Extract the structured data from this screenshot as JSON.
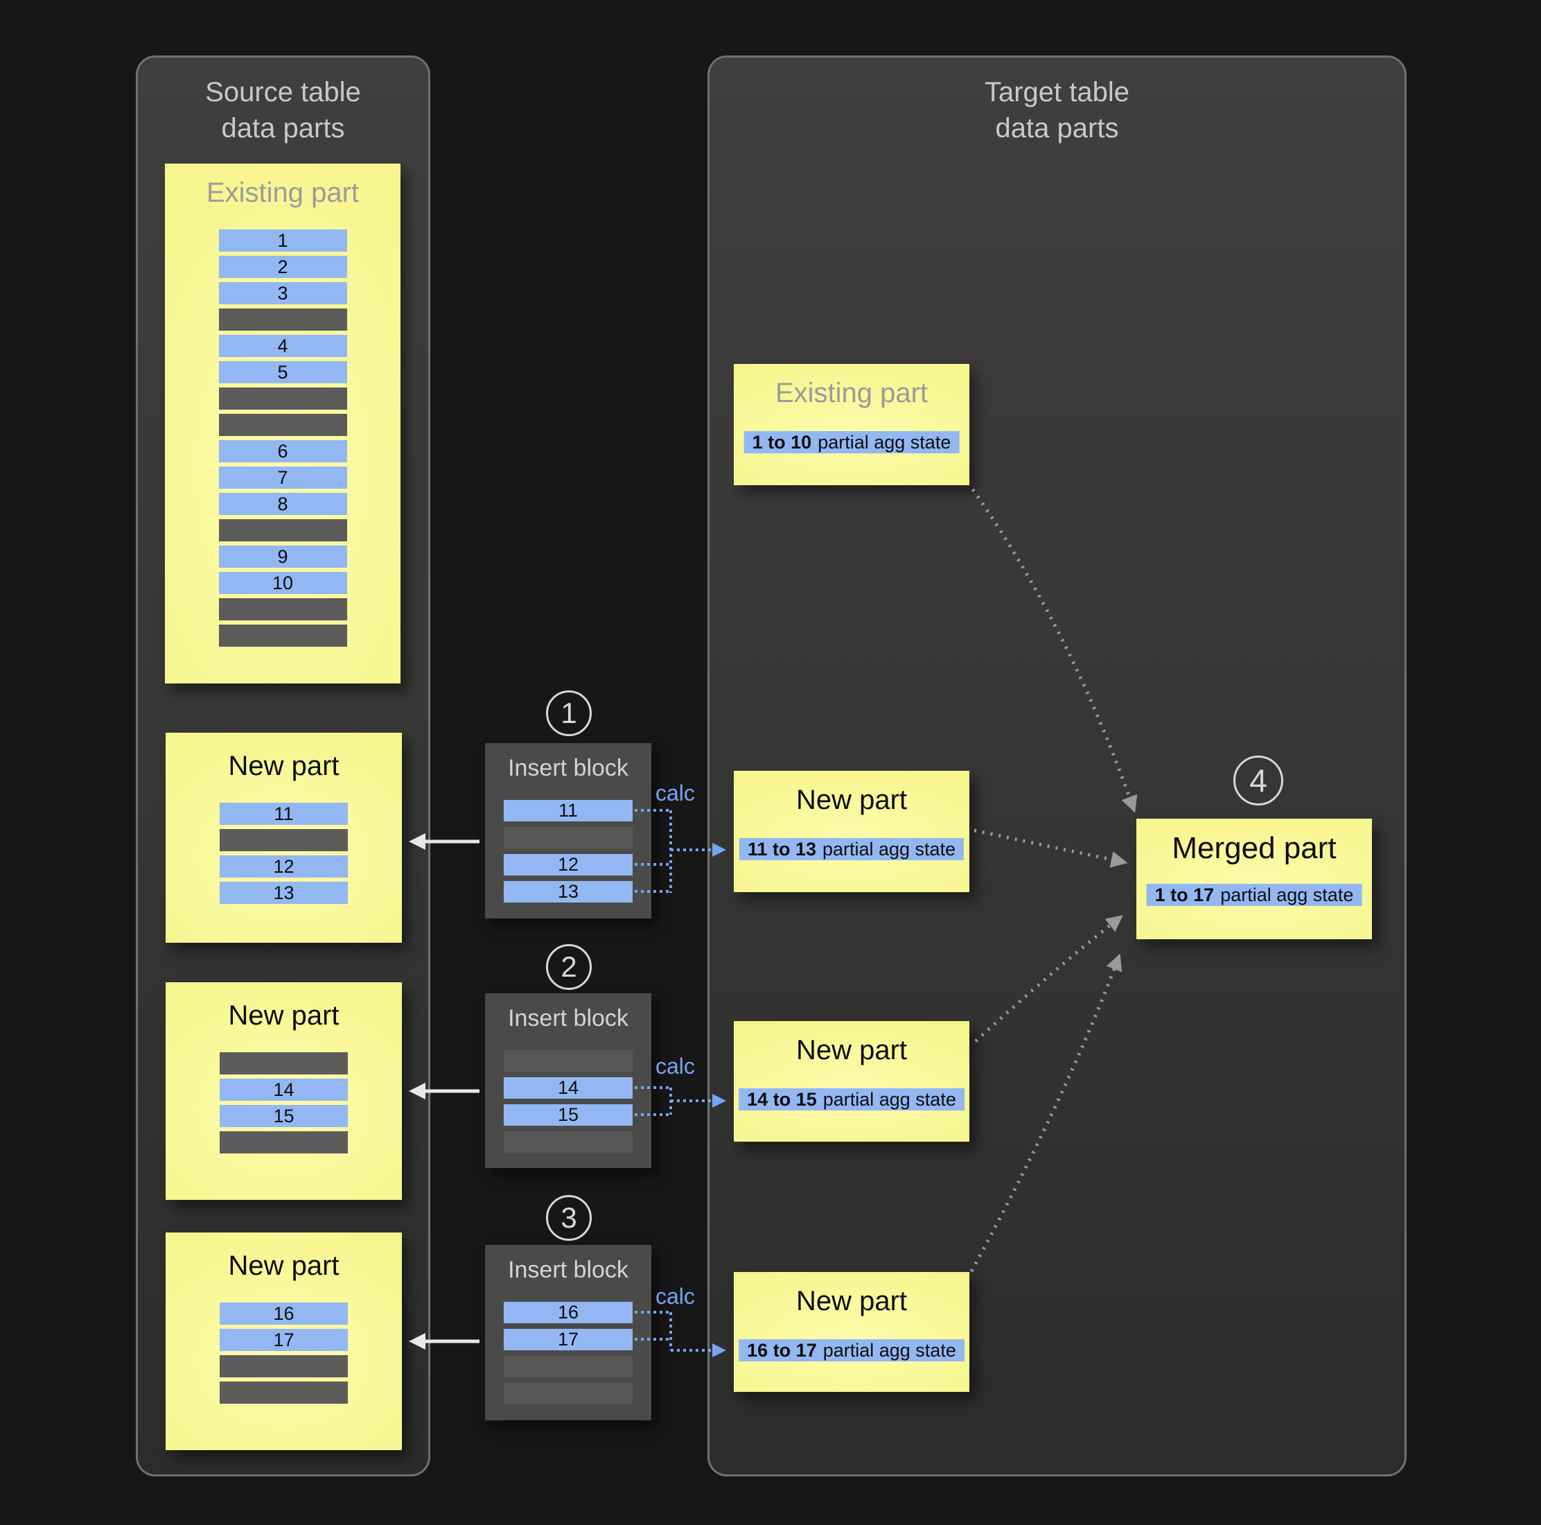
{
  "colors": {
    "background": "#171717",
    "panel_border": "#70706e",
    "panel_fill_top": "#403f3e",
    "panel_fill_bottom": "#2c2c2b",
    "part_yellow": "#f6f58e",
    "part_yellow_glow": "#fdfcab",
    "row_blue": "#93b7f3",
    "row_gray": "#5c5c5a",
    "insert_block_bg": "#4a4a48",
    "muted_title_gray": "#9b9b99",
    "light_text": "#c9c9c9",
    "calc_blue": "#76a5f4",
    "arrow_white": "#e9e9e9",
    "arrow_gray": "#9a9a9a",
    "text_dark": "#0d0d0d"
  },
  "source_panel": {
    "title_line1": "Source table",
    "title_line2": "data parts",
    "existing_part": {
      "title": "Existing part",
      "rows": [
        "1",
        "2",
        "3",
        "",
        "4",
        "5",
        "",
        "",
        "6",
        "7",
        "8",
        "",
        "9",
        "10",
        "",
        ""
      ]
    },
    "new_parts": [
      {
        "title": "New part",
        "rows": [
          "11",
          "",
          "12",
          "13"
        ]
      },
      {
        "title": "New part",
        "rows": [
          "",
          "14",
          "15",
          ""
        ]
      },
      {
        "title": "New part",
        "rows": [
          "16",
          "17",
          "",
          ""
        ]
      }
    ]
  },
  "insert_blocks": [
    {
      "step": "1",
      "title": "Insert block",
      "calc_label": "calc",
      "rows": [
        "11",
        "",
        "12",
        "13"
      ]
    },
    {
      "step": "2",
      "title": "Insert block",
      "calc_label": "calc",
      "rows": [
        "",
        "14",
        "15",
        ""
      ]
    },
    {
      "step": "3",
      "title": "Insert block",
      "calc_label": "calc",
      "rows": [
        "16",
        "17",
        "",
        ""
      ]
    }
  ],
  "target_panel": {
    "title_line1": "Target table",
    "title_line2": "data parts",
    "existing_part": {
      "title": "Existing part",
      "agg_range": "1 to 10",
      "agg_label": "partial agg state"
    },
    "new_parts": [
      {
        "title": "New part",
        "agg_range": "11 to 13",
        "agg_label": "partial agg state"
      },
      {
        "title": "New part",
        "agg_range": "14 to 15",
        "agg_label": "partial agg state"
      },
      {
        "title": "New part",
        "agg_range": "16 to 17",
        "agg_label": "partial agg state"
      }
    ],
    "merged_part": {
      "step": "4",
      "title": "Merged part",
      "agg_range": "1 to 17",
      "agg_label": "partial agg state"
    }
  }
}
